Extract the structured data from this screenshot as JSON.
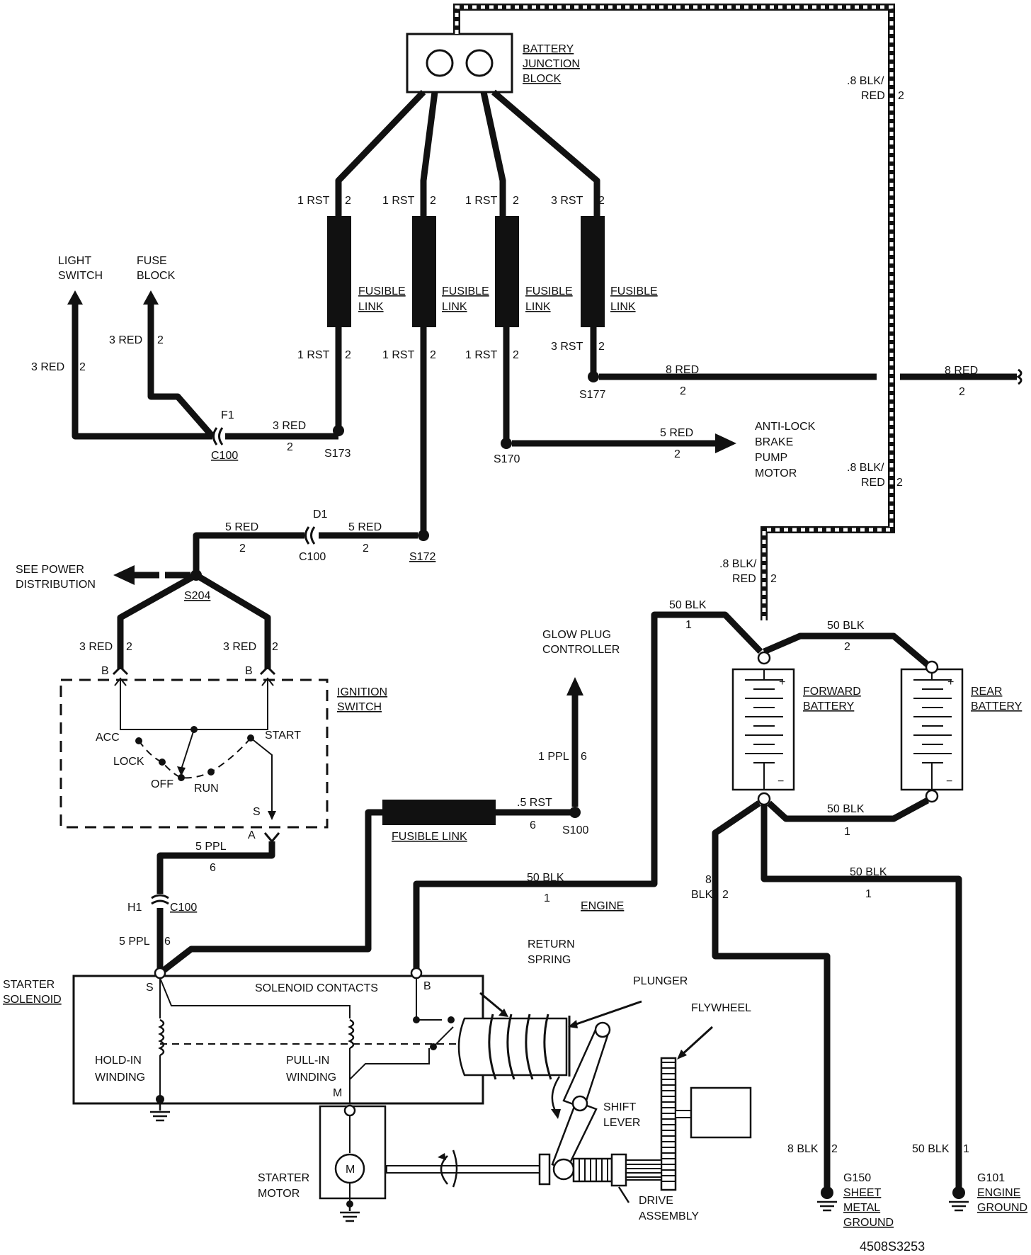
{
  "components": {
    "battery_junction_block": [
      "BATTERY",
      "JUNCTION",
      "BLOCK"
    ],
    "fusible_link": [
      "FUSIBLE",
      "LINK"
    ],
    "fusible_link_inline": "FUSIBLE LINK",
    "light_switch": [
      "LIGHT",
      "SWITCH"
    ],
    "fuse_block": [
      "FUSE",
      "BLOCK"
    ],
    "anti_lock": [
      "ANTI-LOCK",
      "BRAKE",
      "PUMP",
      "MOTOR"
    ],
    "see_power": [
      "SEE POWER",
      "DISTRIBUTION"
    ],
    "ignition_switch": [
      "IGNITION",
      "SWITCH"
    ],
    "glow_plug": [
      "GLOW PLUG",
      "CONTROLLER"
    ],
    "forward_battery": [
      "FORWARD",
      "BATTERY"
    ],
    "rear_battery": [
      "REAR",
      "BATTERY"
    ],
    "starter_solenoid": [
      "STARTER",
      "SOLENOID"
    ],
    "solenoid_contacts": "SOLENOID CONTACTS",
    "hold_in": [
      "HOLD-IN",
      "WINDING"
    ],
    "pull_in": [
      "PULL-IN",
      "WINDING"
    ],
    "return_spring": [
      "RETURN",
      "SPRING"
    ],
    "plunger": "PLUNGER",
    "flywheel": "FLYWHEEL",
    "shift_lever": [
      "SHIFT",
      "LEVER"
    ],
    "starter_motor": [
      "STARTER",
      "MOTOR"
    ],
    "drive_assembly": [
      "DRIVE",
      "ASSEMBLY"
    ],
    "motor_symbol": "M",
    "engine": "ENGINE",
    "g150": [
      "G150",
      "SHEET",
      "METAL",
      "GROUND"
    ],
    "g101": [
      "G101",
      "ENGINE",
      "GROUND"
    ]
  },
  "ignition_positions": {
    "acc": "ACC",
    "lock": "LOCK",
    "off": "OFF",
    "run": "RUN",
    "start": "START"
  },
  "terminals": {
    "b": "B",
    "s": "S",
    "a": "A",
    "m": "M",
    "plus": "+",
    "minus": "−"
  },
  "connectors": {
    "c100": "C100",
    "f1": "F1",
    "d1": "D1",
    "h1": "H1"
  },
  "splices": {
    "s173": "S173",
    "s170": "S170",
    "s177": "S177",
    "s172": "S172",
    "s204": "S204",
    "s100": "S100"
  },
  "wires": {
    "rst1": "1 RST",
    "rst3": "3 RST",
    "rst05": ".5 RST",
    "red3": "3 RED",
    "red5": "5 RED",
    "red8": "8 RED",
    "blkred_top": ".8 BLK/",
    "blkred_bot": "RED",
    "ppl5": "5 PPL",
    "ppl1": "1 PPL",
    "blk50": "50 BLK",
    "blk8": "8 BLK",
    "blk8a": "8",
    "blk8b": "BLK"
  },
  "circuits": {
    "c1": "1",
    "c2": "2",
    "c6": "6"
  },
  "diagram_id": "4508S3253"
}
